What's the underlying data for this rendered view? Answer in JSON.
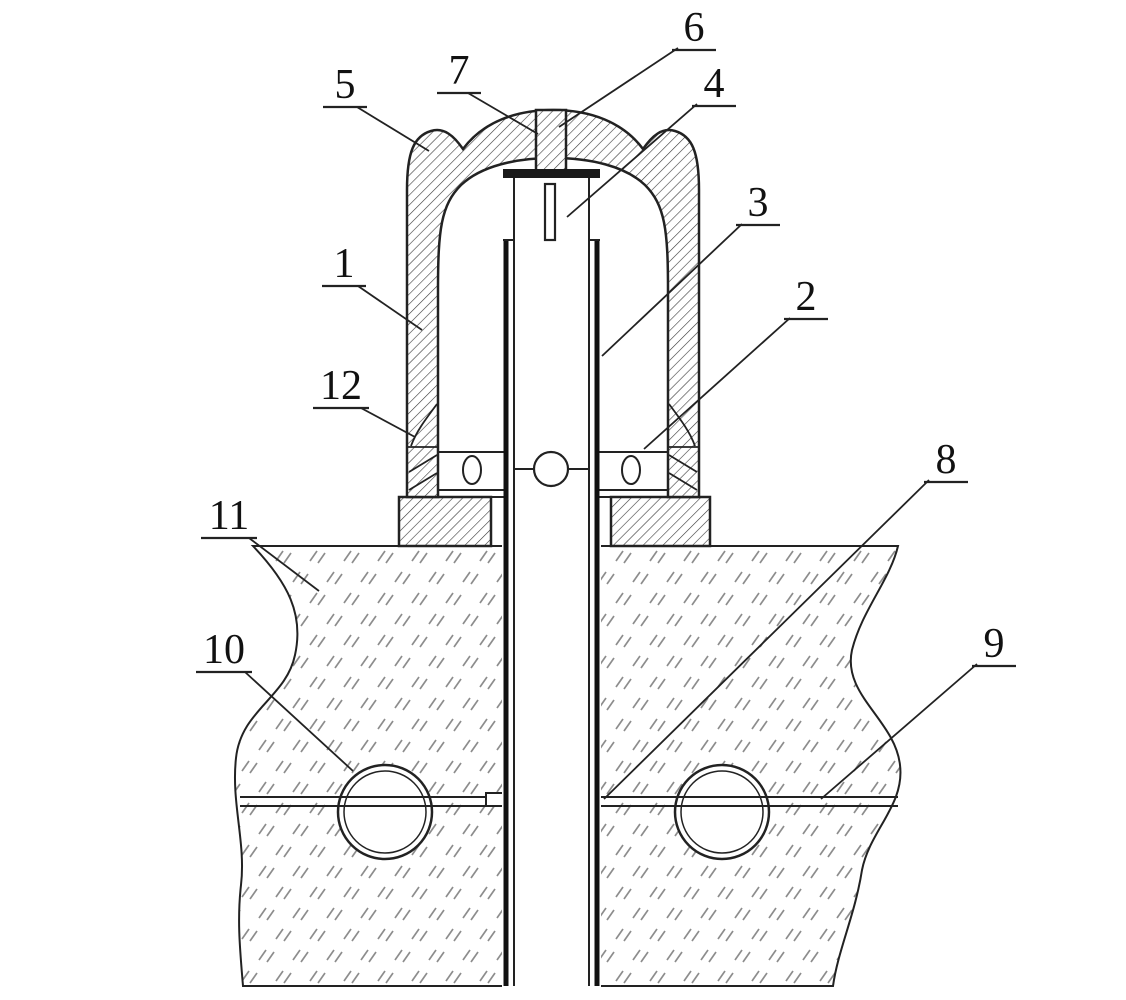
{
  "figure": {
    "kind": "patent-cross-section-drawing",
    "background": "#ffffff",
    "line_color": "#1a1a1a",
    "hatch_color": "#3a3a3a",
    "ground_hatch_color": "#8d8d8d"
  },
  "labels": [
    {
      "text": "1"
    },
    {
      "text": "2"
    },
    {
      "text": "3"
    },
    {
      "text": "4"
    },
    {
      "text": "5"
    },
    {
      "text": "6"
    },
    {
      "text": "7"
    },
    {
      "text": "8"
    },
    {
      "text": "9"
    },
    {
      "text": "10"
    },
    {
      "text": "11"
    },
    {
      "text": "12"
    }
  ]
}
